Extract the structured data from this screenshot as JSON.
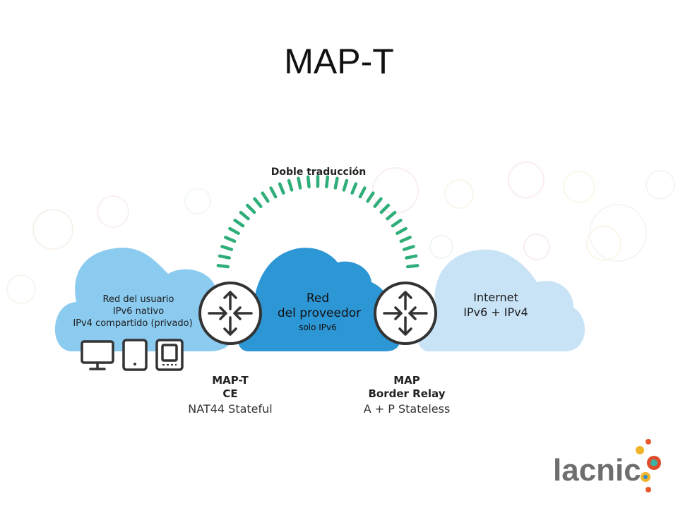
{
  "slide": {
    "title": "MAP-T"
  },
  "arc_label": "Doble traducción",
  "clouds": {
    "user": {
      "lines": [
        "Red del usuario",
        "IPv6 nativo",
        "IPv4 compartido (privado)"
      ]
    },
    "provider": {
      "lines": [
        "Red",
        "del proveedor",
        "solo IPv6"
      ]
    },
    "internet": {
      "lines": [
        "Internet",
        "IPv6 + IPv4"
      ]
    }
  },
  "nodes": {
    "ce": {
      "name_line1": "MAP-T",
      "name_line2": "CE",
      "desc": "NAT44 Stateful"
    },
    "br": {
      "name_line1": "MAP",
      "name_line2": "Border Relay",
      "desc": "A + P Stateless"
    }
  },
  "logo": {
    "text": "lacnic"
  },
  "colors": {
    "user_cloud": "#8ccbf0",
    "provider_cloud": "#2d96d5",
    "internet_cloud": "#c8e2f6",
    "arc": "#2fae7a",
    "router_stroke": "#333333",
    "logo_text": "#6e6e6e"
  },
  "icons": [
    "monitor-icon",
    "tablet-icon",
    "ereader-icon",
    "router-icon"
  ]
}
